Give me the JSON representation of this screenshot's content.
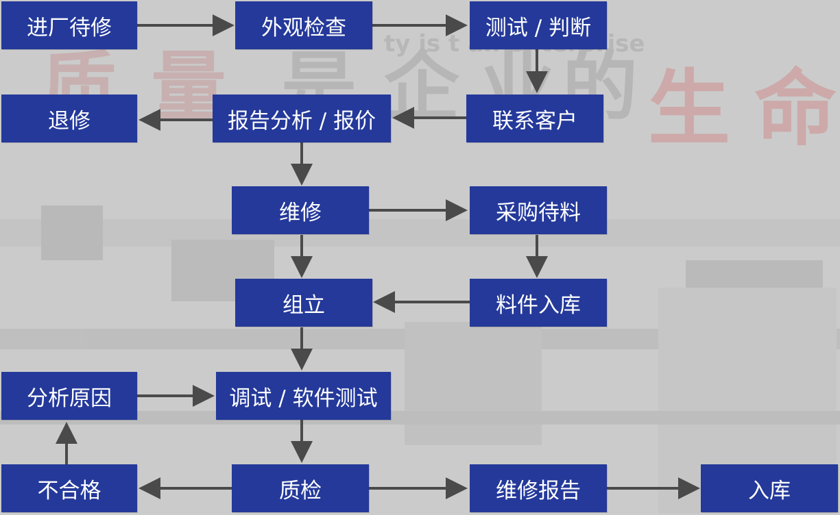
{
  "background": {
    "watermark_text": "ty is t    an enterprise",
    "watermark_chars": [
      "质",
      "量",
      "是",
      "企",
      "业",
      "的",
      "生",
      "命"
    ]
  },
  "colors": {
    "box_fill": "#24399a",
    "box_text": "#ffffff",
    "arrow": "#4a4a4a",
    "background": "#c9c9c9"
  },
  "steps": {
    "incoming_repair": "进厂待修",
    "visual_inspection": "外观检查",
    "test_judge": "测试 / 判断",
    "return_unrepaired": "退修",
    "report_quote": "报告分析 / 报价",
    "contact_customer": "联系客户",
    "repair": "维修",
    "purchase_parts": "采购待料",
    "assemble": "组立",
    "parts_stocked": "料件入库",
    "analyze_cause": "分析原因",
    "debug_software_test": "调试 / 软件测试",
    "failed": "不合格",
    "quality_check": "质检",
    "repair_report": "维修报告",
    "warehousing": "入库"
  }
}
